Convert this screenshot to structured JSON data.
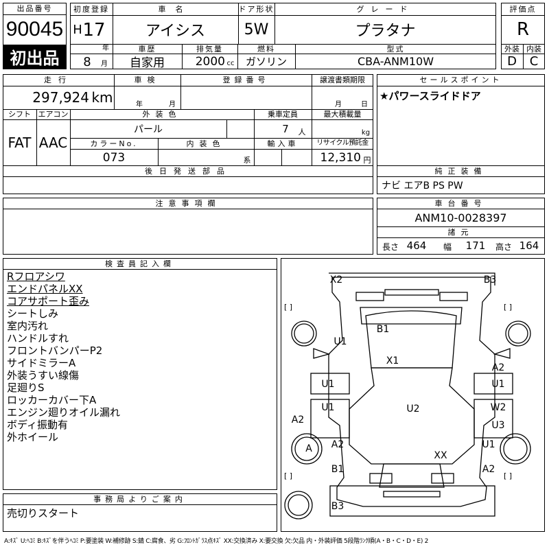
{
  "header": {
    "lot_number_label": "出品番号",
    "lot_number": "90045",
    "first_listing": "初出品",
    "first_reg_label": "初度登録",
    "era": "H",
    "year": "17",
    "year_unit": "年",
    "month": "8",
    "month_unit": "月",
    "car_name_label": "車名",
    "car_name": "アイシス",
    "door_label": "ドア形状",
    "door": "5W",
    "grade_label": "グレード",
    "grade": "プラタナ",
    "score_label": "評価点",
    "score": "R",
    "history_label": "車歴",
    "history": "自家用",
    "displacement_label": "排気量",
    "displacement": "2000",
    "displacement_unit": "cc",
    "fuel_label": "燃料",
    "fuel": "ガソリン",
    "model_code_label": "型式",
    "model_code": "CBA-ANM10W",
    "exterior_label": "外装",
    "exterior_score": "D",
    "interior_label": "内装",
    "interior_score": "C"
  },
  "row2": {
    "mileage_label": "走行",
    "mileage": "297,924",
    "mileage_unit": "km",
    "inspection_label": "車検",
    "inspection_year_unit": "年",
    "inspection_month_unit": "月",
    "plate_label": "登録番号",
    "transfer_label": "譲渡書類期限",
    "transfer_month_unit": "月",
    "transfer_day_unit": "日",
    "selling_point_label": "セールスポイント",
    "selling_point": "★パワースライドドア"
  },
  "row3": {
    "shift_label": "シフト",
    "shift": "FAT",
    "ac_label": "エアコン",
    "ac": "AAC",
    "ext_color_label": "外装色",
    "ext_color": "パール",
    "capacity_label": "乗車定員",
    "capacity": "7",
    "capacity_unit": "人",
    "load_label": "最大積載量",
    "load_unit": "kg",
    "color_no_label": "カラーNo.",
    "color_no": "073",
    "int_color_label": "内装色",
    "int_color_unit": "系",
    "import_label": "輸入車",
    "recycle_label": "リサイクル預託金",
    "recycle": "12,310",
    "recycle_unit": "円"
  },
  "parts": {
    "later_parts_label": "後日発送部品",
    "equipment_label": "純正装備",
    "equipment": "ナビ エアB PS PW"
  },
  "notes_label": "注意事項欄",
  "chassis": {
    "chassis_label": "車台番号",
    "chassis_number": "ANM10-0028397",
    "dims_label": "諸元",
    "length_label": "長さ",
    "length": "464",
    "width_label": "幅",
    "width": "171",
    "height_label": "高さ",
    "height": "164"
  },
  "inspector": {
    "label": "検査員記入欄",
    "items": [
      {
        "text": "Rフロアシワ",
        "underline": true
      },
      {
        "text": "エンドパネルXX",
        "underline": true
      },
      {
        "text": "コアサポート歪み",
        "underline": true
      },
      {
        "text": "シートしみ",
        "underline": false
      },
      {
        "text": "室内汚れ",
        "underline": false
      },
      {
        "text": "ハンドルすれ",
        "underline": false
      },
      {
        "text": "フロントバンパーP2",
        "underline": false
      },
      {
        "text": "サイドミラーA",
        "underline": false
      },
      {
        "text": "外装うすい線傷",
        "underline": false
      },
      {
        "text": "足廻りS",
        "underline": false
      },
      {
        "text": "ロッカーカバー下A",
        "underline": false
      },
      {
        "text": "エンジン廻りオイル漏れ",
        "underline": false
      },
      {
        "text": "ボディ振動有",
        "underline": false
      },
      {
        "text": "外ホイール",
        "underline": false
      }
    ]
  },
  "office": {
    "label": "事務局よりご案内",
    "note": "売切りスタート"
  },
  "diagram": {
    "marks": [
      "X2",
      "B3",
      "B1",
      "U1",
      "X1",
      "A2",
      "U1",
      "U1",
      "U1",
      "A2",
      "U2",
      "W2",
      "U3",
      "A2",
      "A",
      "XX",
      "U1",
      "B1",
      "A2",
      "B3"
    ],
    "bracket": "[   ]"
  },
  "footer": "A:ｷｽﾞ U:ﾍｺﾐ B:ｷｽﾞを伴うﾍｺﾐ P:要塗装 W:補修跡 S:錆 C:腐食、劣 G:ﾌﾛﾝﾄｶﾞﾗｽ点ｷｽﾞ XX:交換済み X:要交換 欠:欠品 内・外装評価 5段階ﾗﾝｸ順(A・B・C・D・E) 2"
}
